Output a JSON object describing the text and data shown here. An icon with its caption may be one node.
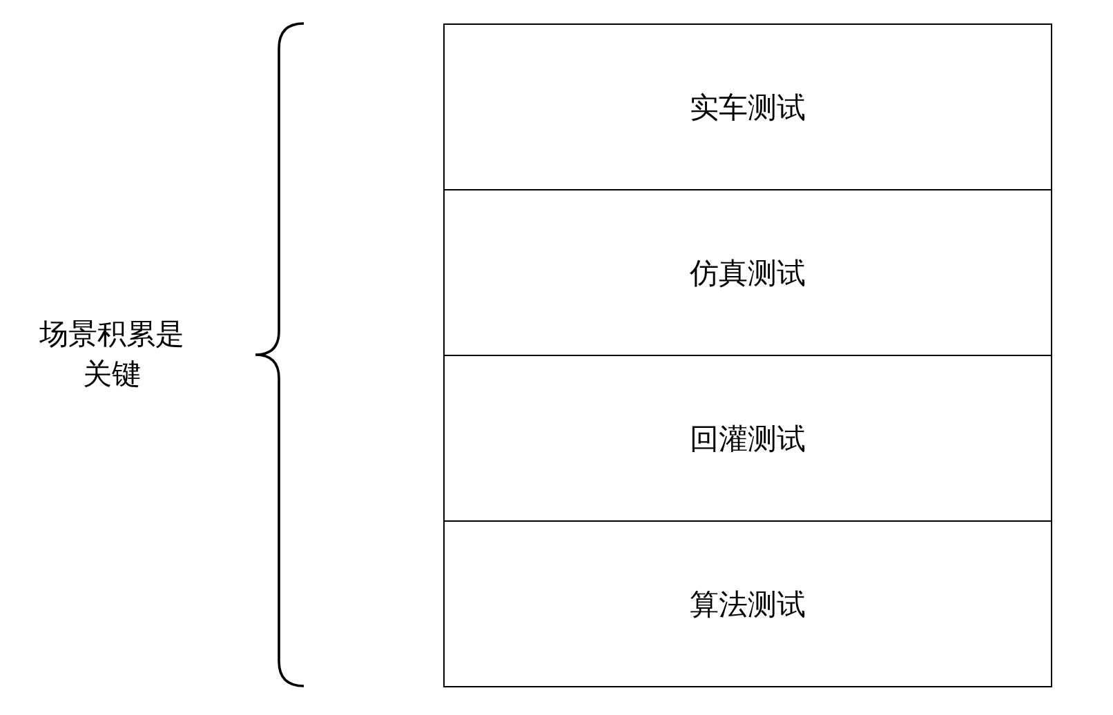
{
  "diagram": {
    "nodes": [
      {
        "text": [
          "实车测试"
        ]
      },
      {
        "text": [
          "仿真测试"
        ]
      },
      {
        "text": [
          "回灌测试"
        ]
      },
      {
        "text": [
          "算法测试"
        ]
      }
    ],
    "labels": [
      "场景积累是关键"
    ]
  }
}
